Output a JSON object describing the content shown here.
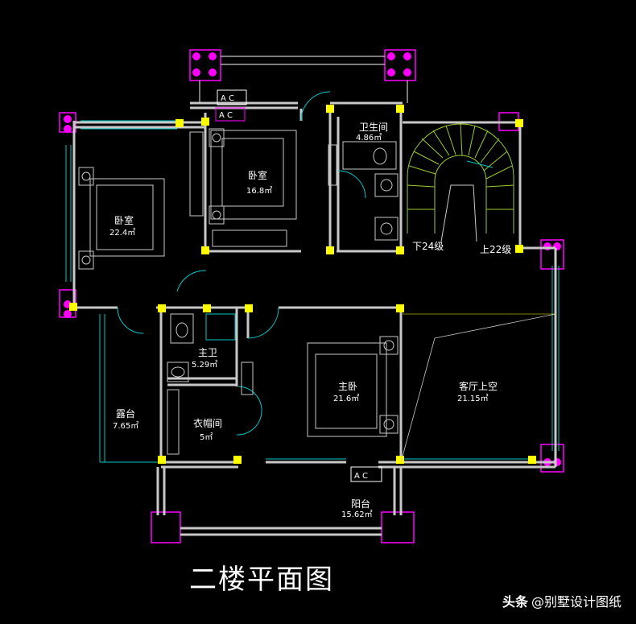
{
  "title": "二楼平面图",
  "watermark": {
    "brand": "头条",
    "account": "@别墅设计图纸"
  },
  "rooms": {
    "bedroom_left": {
      "name": "卧室",
      "area": "22.4㎡"
    },
    "bedroom_mid": {
      "name": "卧室",
      "area": "16.8㎡"
    },
    "bathroom": {
      "name": "卫生间",
      "area": "4.86㎡"
    },
    "master_bath": {
      "name": "主卫",
      "area": "5.29㎡"
    },
    "closet": {
      "name": "衣帽间",
      "area": "5㎡"
    },
    "terrace": {
      "name": "露台",
      "area": "7.65㎡"
    },
    "master_bed": {
      "name": "主卧",
      "area": "21.6㎡"
    },
    "living_void": {
      "name": "客厅上空",
      "area": "21.15㎡"
    },
    "balcony": {
      "name": "阳台",
      "area": "15.62㎡"
    }
  },
  "stairs": {
    "down_label": "下24级",
    "up_label": "上22级"
  },
  "ac_labels": [
    "A C",
    "A C",
    "A C"
  ],
  "colors": {
    "wall": "#c8c8c8",
    "column": "#ffff00",
    "magenta": "#ff00ff",
    "cyan": "#00c8c8",
    "green": "#9acd32",
    "background": "#000000"
  }
}
